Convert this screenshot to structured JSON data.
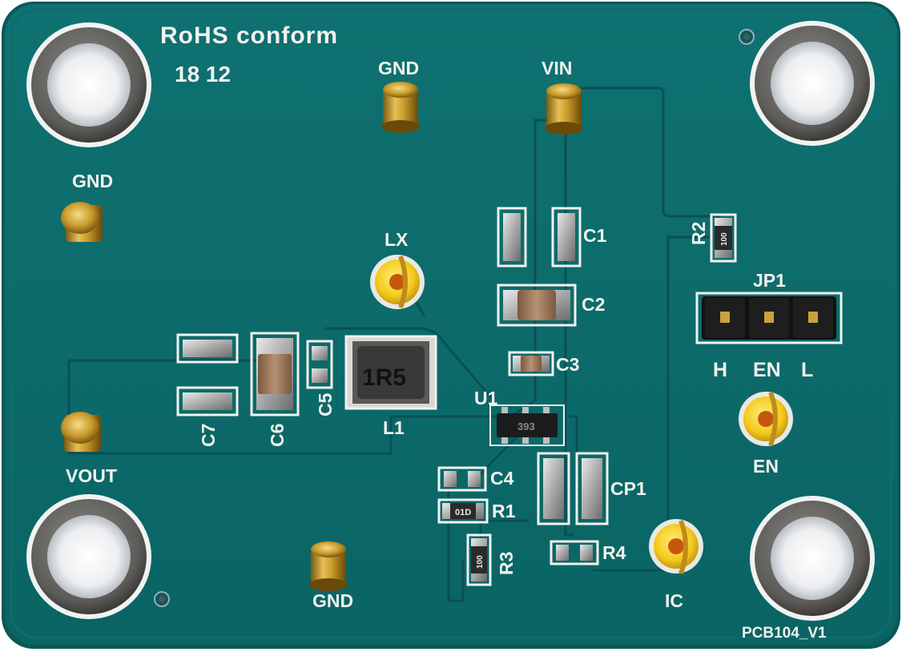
{
  "board": {
    "pcb_color": "#0c6a6a",
    "silk_color": "#f2f2ee",
    "trace_color": "#0a4f57",
    "copyright": "RoHS conform",
    "date_code": "18 12",
    "revision": "PCB104_V1"
  },
  "pins": {
    "gnd_top": "GND",
    "vin": "VIN",
    "gnd_left": "GND",
    "lx": "LX",
    "vout": "VOUT",
    "gnd_bottom": "GND",
    "en": "EN",
    "ic": "IC"
  },
  "refs": {
    "c1": "C1",
    "c2": "C2",
    "c3": "C3",
    "c4": "C4",
    "c5": "C5",
    "c6": "C6",
    "c7": "C7",
    "cp1": "CP1",
    "r1": "R1",
    "r2": "R2",
    "r3": "R3",
    "r4": "R4",
    "l1": "L1",
    "u1": "U1",
    "jp1": "JP1",
    "jp_h": "H",
    "jp_en": "EN",
    "jp_l": "L"
  },
  "markings": {
    "inductor": "1R5",
    "resistor_r1": "01D",
    "resistor_r2": "100",
    "resistor_r3": "100",
    "ic_code": "393"
  }
}
